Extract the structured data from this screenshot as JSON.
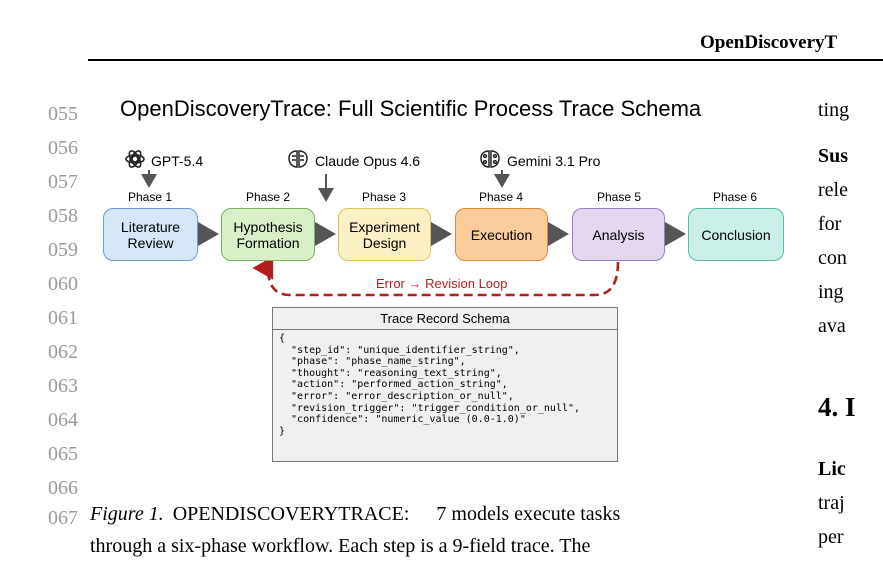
{
  "header": {
    "running_title": "OpenDiscoveryT"
  },
  "line_numbers": [
    "055",
    "056",
    "057",
    "058",
    "059",
    "060",
    "061",
    "062",
    "063",
    "064",
    "065",
    "066",
    "067"
  ],
  "figure": {
    "title": "OpenDiscoveryTrace: Full Scientific Process Trace Schema",
    "models": [
      {
        "name": "GPT-5.4",
        "icon": "gpt-logo-icon"
      },
      {
        "name": "Claude Opus 4.6",
        "icon": "claude-logo-icon"
      },
      {
        "name": "Gemini 3.1 Pro",
        "icon": "gemini-logo-icon"
      }
    ],
    "phases": [
      {
        "label": "Phase 1",
        "line1": "Literature",
        "line2": "Review"
      },
      {
        "label": "Phase 2",
        "line1": "Hypothesis",
        "line2": "Formation"
      },
      {
        "label": "Phase 3",
        "line1": "Experiment",
        "line2": "Design"
      },
      {
        "label": "Phase 4",
        "line1": "Execution",
        "line2": ""
      },
      {
        "label": "Phase 5",
        "line1": "Analysis",
        "line2": ""
      },
      {
        "label": "Phase 6",
        "line1": "Conclusion",
        "line2": ""
      }
    ],
    "phase_colors": [
      {
        "fill": "#d6e6f7",
        "border": "#6c9bd2"
      },
      {
        "fill": "#d9efc9",
        "border": "#7fb35e"
      },
      {
        "fill": "#fdf0c4",
        "border": "#e3c35a"
      },
      {
        "fill": "#fbcb9c",
        "border": "#e08b3a"
      },
      {
        "fill": "#e2d7ef",
        "border": "#9a7fc4"
      },
      {
        "fill": "#c9efe8",
        "border": "#59bba9"
      }
    ],
    "loop_label": "Error → Revision Loop",
    "schema": {
      "title": "Trace Record Schema",
      "lines": [
        "{",
        "  \"step_id\": \"unique_identifier_string\",",
        "  \"phase\": \"phase_name_string\",",
        "  \"thought\": \"reasoning_text_string\",",
        "  \"action\": \"performed_action_string\",",
        "  \"error\": \"error_description_or_null\",",
        "  \"revision_trigger\": \"trigger_condition_or_null\",",
        "  \"confidence\": \"numeric_value (0.0-1.0)\"",
        "}"
      ]
    }
  },
  "caption": {
    "label": "Figure 1.",
    "name": "OPENDISCOVERYTRACE:",
    "line1_rest": "7 models execute tasks",
    "line2": "through a six-phase workflow. Each step is a 9-field trace. The"
  },
  "right_column": [
    "ting",
    "Sus",
    "rele",
    "for",
    "con",
    "ing",
    "ava",
    "4. I",
    "Lic",
    "traj",
    "per"
  ],
  "colors": {
    "loop_red": "#b01e1e",
    "arrow_gray": "#555555"
  }
}
